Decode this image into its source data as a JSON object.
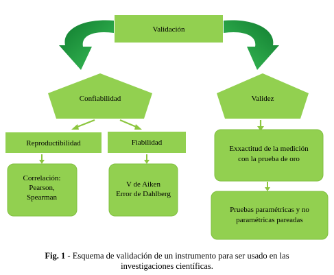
{
  "colors": {
    "box_fill": "#92d050",
    "box_border": "#7fbf3f",
    "arrow_dark": "#0f7a2e",
    "arrow_light": "#3cc25a",
    "connector": "#8cc63f"
  },
  "nodes": {
    "validacion": "Validación",
    "confiabilidad": "Confiabilidad",
    "validez": "Validez",
    "reproductibilidad": "Reproductibilidad",
    "fiabilidad": "Fiabilidad",
    "correlacion": [
      "Correlación:",
      "Pearson,",
      "Spearman"
    ],
    "aiken": [
      "V de Aiken",
      "Error de Dahlberg"
    ],
    "exactitud": [
      "Exxactitud de la medición",
      "con la prueba de oro"
    ],
    "pruebas": [
      "Pruebas paramétricas y no",
      "paramétricas pareadas"
    ]
  },
  "caption": {
    "prefix": "Fig. 1",
    "line1": " - Esquema de validación de un instrumento para ser usado en las",
    "line2": "investigaciones científicas."
  }
}
